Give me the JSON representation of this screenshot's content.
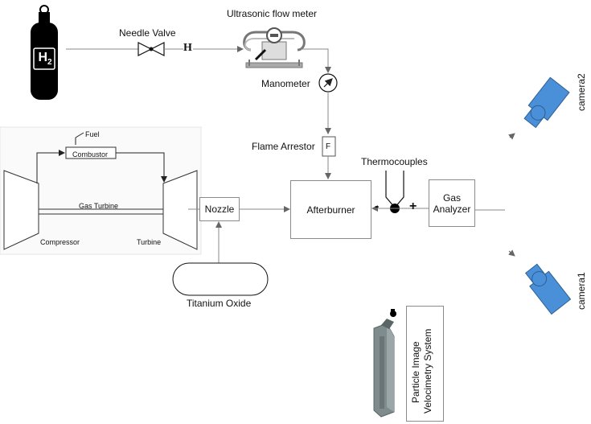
{
  "h2_cylinder": {
    "symbol": "H",
    "subscript": "2"
  },
  "labels": {
    "needle_valve": "Needle Valve",
    "flow_meter": "Ultrasonic flow meter",
    "manometer": "Manometer",
    "flame_arrestor": "Flame Arrestor",
    "thermocouples": "Thermocouples",
    "gas_analyzer_line1": "Gas",
    "gas_analyzer_line2": "Analyzer",
    "afterburner": "Afterburner",
    "nozzle": "Nozzle",
    "titanium_oxide": "Titanium Oxide",
    "camera1": "camera1",
    "camera2": "camera2",
    "piv_line1": "Particle Image",
    "piv_line2": "Velocimetry System",
    "minus": "-",
    "plus": "+",
    "valve_h": "H",
    "arrestor_f": "F"
  },
  "gas_turbine_inset": {
    "fuel": "Fuel",
    "combustor": "Combustor",
    "gas_turbine": "Gas Turbine",
    "compressor": "Compressor",
    "turbine": "Turbine"
  },
  "colors": {
    "camera_blue": "#4a90d9",
    "camera_dark": "#2f5f93",
    "piv_gray": "#7f8c8d",
    "line": "#8a8a8a",
    "cylinder": "#000000"
  }
}
